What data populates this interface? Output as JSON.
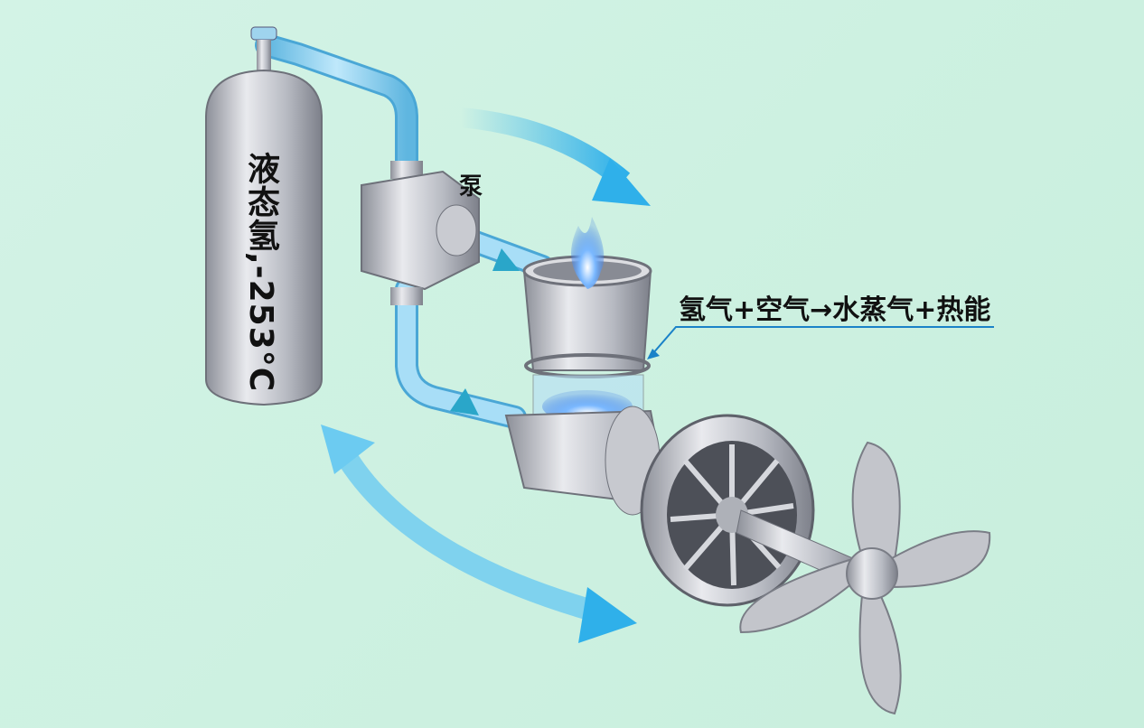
{
  "labels": {
    "tank": "液态氢,-253°C",
    "pump": "泵",
    "reaction": "氢气+空气→水蒸气+热能"
  },
  "colors": {
    "background": "#cdf1e1",
    "pipe": "#8fd0ee",
    "flow_arrow": "#3cb8ec",
    "flame": "#2f7ff0",
    "metal": "#b9bcc4",
    "leader_line": "#1a82c8"
  }
}
